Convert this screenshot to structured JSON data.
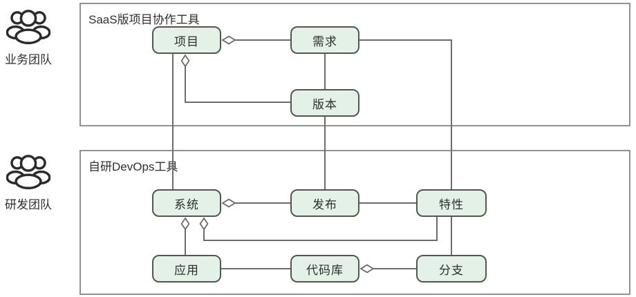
{
  "teams": [
    {
      "label": "业务团队",
      "icon": "people-group-icon"
    },
    {
      "label": "研发团队",
      "icon": "people-group-icon"
    }
  ],
  "containers": [
    {
      "title": "SaaS版项目协作工具",
      "entities": [
        "项目",
        "需求",
        "版本"
      ]
    },
    {
      "title": "自研DevOps工具",
      "entities": [
        "系统",
        "发布",
        "特性",
        "应用",
        "代码库",
        "分支"
      ]
    }
  ],
  "entities": {
    "project": "项目",
    "requirement": "需求",
    "version": "版本",
    "system": "系统",
    "release": "发布",
    "feature": "特性",
    "application": "应用",
    "repo": "代码库",
    "branch": "分支"
  },
  "relations": [
    {
      "from": "需求",
      "to": "项目",
      "type": "aggregation",
      "diamond_at": "项目"
    },
    {
      "from": "版本",
      "to": "项目",
      "type": "aggregation",
      "diamond_at": "项目"
    },
    {
      "from": "需求",
      "to": "版本",
      "type": "association"
    },
    {
      "from": "需求",
      "to": "特性",
      "type": "association"
    },
    {
      "from": "项目",
      "to": "系统",
      "type": "association"
    },
    {
      "from": "版本",
      "to": "发布",
      "type": "association"
    },
    {
      "from": "发布",
      "to": "系统",
      "type": "aggregation",
      "diamond_at": "系统"
    },
    {
      "from": "发布",
      "to": "特性",
      "type": "association"
    },
    {
      "from": "应用",
      "to": "系统",
      "type": "aggregation",
      "diamond_at": "系统"
    },
    {
      "from": "特性",
      "to": "系统",
      "type": "aggregation",
      "diamond_at": "系统"
    },
    {
      "from": "特性",
      "to": "分支",
      "type": "association"
    },
    {
      "from": "应用",
      "to": "代码库",
      "type": "association"
    },
    {
      "from": "分支",
      "to": "代码库",
      "type": "aggregation",
      "diamond_at": "代码库"
    }
  ],
  "colors": {
    "entity_fill": "#e4f1e7",
    "entity_border": "#4f574f",
    "line": "#6b6b6b",
    "container_border": "#919191",
    "text": "#2d2d2d"
  }
}
